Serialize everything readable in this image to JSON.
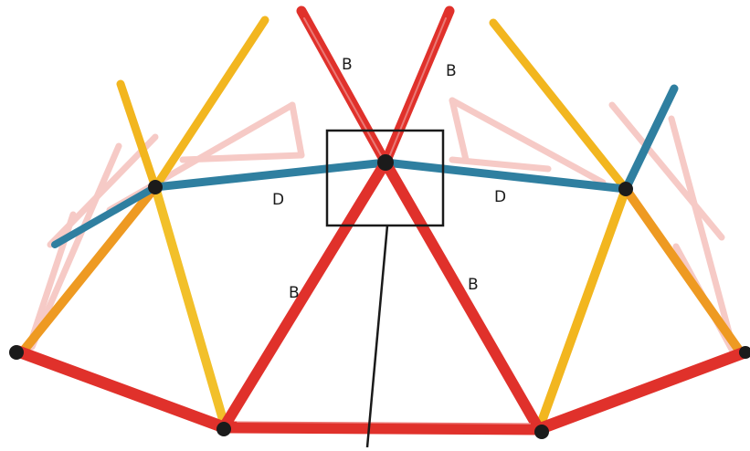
{
  "diagram": {
    "labels": {
      "b_top_left": "B",
      "b_top_right": "B",
      "b_bottom_left": "B",
      "b_bottom_right": "B",
      "d_left": "D",
      "d_right": "D"
    },
    "colors": {
      "red": "#e0312b",
      "red_dark": "#b5211c",
      "yellow": "#f2b61f",
      "yellow_dark": "#d98e15",
      "orange": "#ee9a22",
      "blue": "#2f7fa0",
      "blue_dark": "#1f6584",
      "faded": "#f3b9b4",
      "connector": "#1b1b1b",
      "callout": "#1a1a1a"
    }
  }
}
